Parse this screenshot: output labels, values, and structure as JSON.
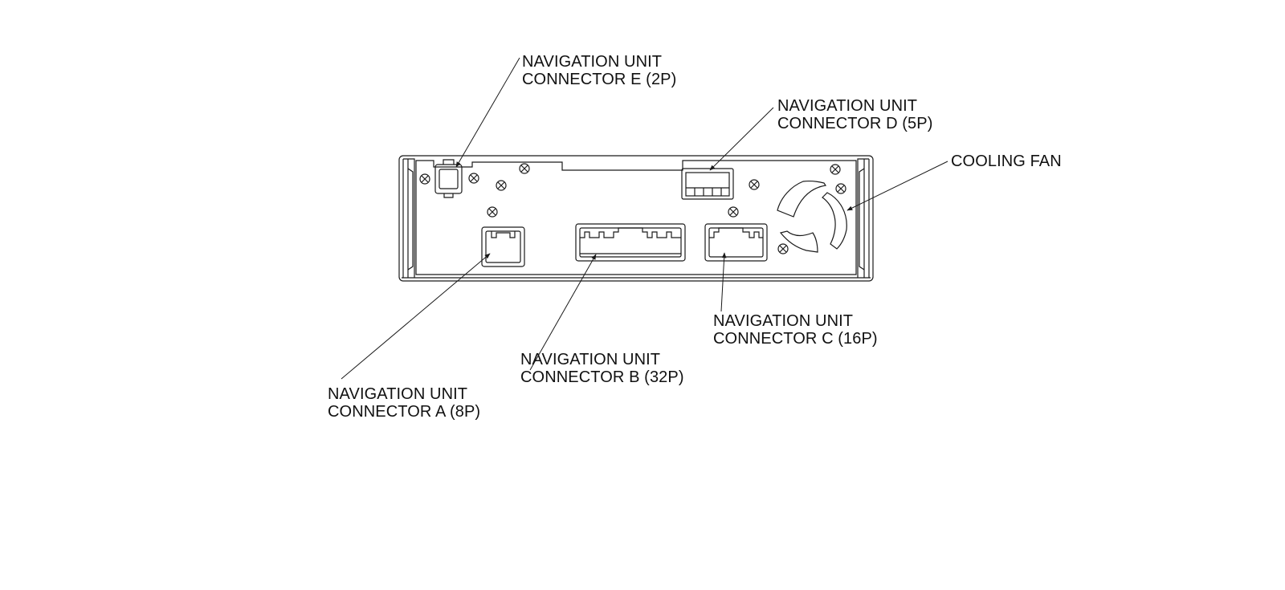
{
  "callouts": {
    "connector_e": {
      "line1": "NAVIGATION UNIT",
      "line2": "CONNECTOR E (2P)"
    },
    "connector_d": {
      "line1": "NAVIGATION UNIT",
      "line2": "CONNECTOR D (5P)"
    },
    "cooling_fan": {
      "line1": "COOLING FAN"
    },
    "connector_c": {
      "line1": "NAVIGATION UNIT",
      "line2": "CONNECTOR C (16P)"
    },
    "connector_b": {
      "line1": "NAVIGATION UNIT",
      "line2": "CONNECTOR B (32P)"
    },
    "connector_a": {
      "line1": "NAVIGATION UNIT",
      "line2": "CONNECTOR A (8P)"
    }
  },
  "colors": {
    "line": "#1a1a1a",
    "background": "#ffffff"
  }
}
